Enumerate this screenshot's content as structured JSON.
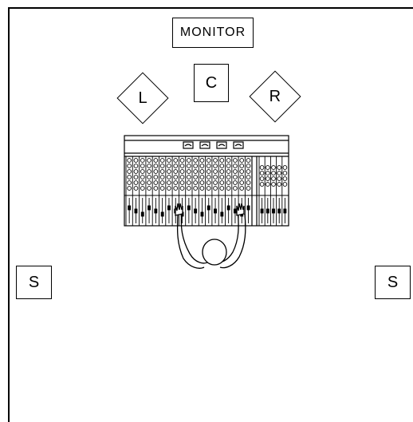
{
  "labels": {
    "monitor": "MONITOR",
    "center": "C",
    "left": "L",
    "right": "R",
    "surround_left": "S",
    "surround_right": "S"
  },
  "colors": {
    "line": "#000000",
    "background": "#ffffff"
  }
}
